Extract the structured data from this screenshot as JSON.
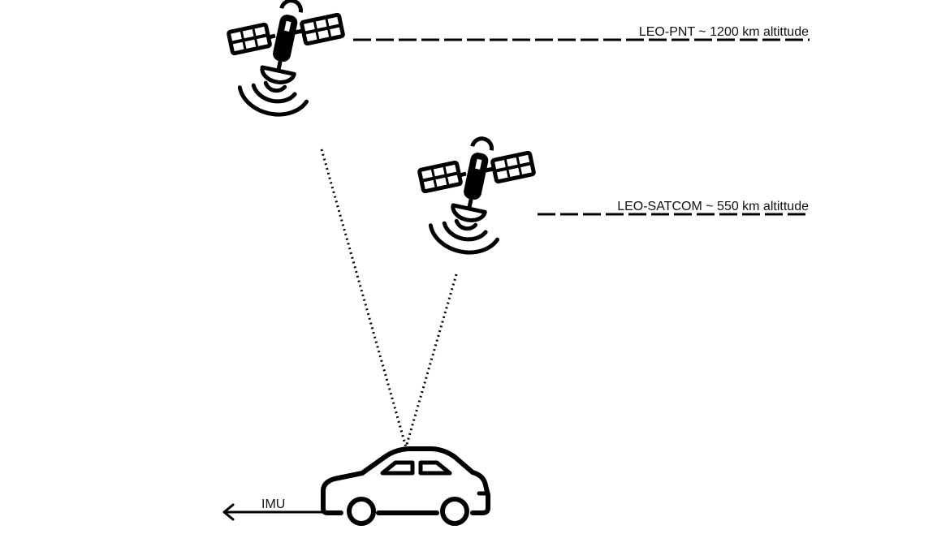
{
  "labels": {
    "leo_pnt": "LEO-PNT ~ 1200 km altittude",
    "leo_satcom": "LEO-SATCOM ~ 550 km altittude",
    "imu": "IMU"
  },
  "icons": [
    "satellite-icon",
    "satellite-icon",
    "car-icon",
    "arrow-left-icon"
  ],
  "colors": {
    "ink": "#000000",
    "background": "#ffffff"
  }
}
